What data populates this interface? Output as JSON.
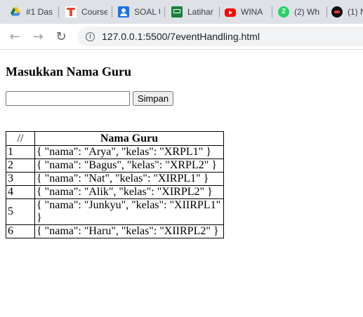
{
  "browser": {
    "tabs": [
      {
        "title": "#1 Das",
        "icon": "google-drive-icon"
      },
      {
        "title": "Course",
        "icon": "course-logo-icon"
      },
      {
        "title": "SOAL U",
        "icon": "contact-card-icon"
      },
      {
        "title": "Latihan",
        "icon": "google-classroom-icon"
      },
      {
        "title": "WINA",
        "icon": "youtube-icon"
      },
      {
        "title": "(2) Wh",
        "icon": "whatsapp-icon",
        "badge": "2"
      },
      {
        "title": "(1) N",
        "icon": "site-logo-icon"
      }
    ],
    "url": "127.0.0.1:5500/7eventHandling.html",
    "back_glyph": "←",
    "forward_glyph": "→",
    "reload_glyph": "↻",
    "info_glyph": "i"
  },
  "page": {
    "heading": "Masukkan Nama Guru",
    "input_value": "",
    "save_label": "Simpan",
    "table": {
      "headers": [
        "//",
        "Nama Guru"
      ],
      "rows": [
        {
          "no": "1",
          "value": "{ \"nama\": \"Arya\", \"kelas\": \"XRPL1\" }"
        },
        {
          "no": "2",
          "value": "{ \"nama\": \"Bagus\", \"kelas\": \"XRPL2\" }"
        },
        {
          "no": "3",
          "value": "{ \"nama\": \"Nat\", \"kelas\": \"XIRPL1\" }"
        },
        {
          "no": "4",
          "value": "{ \"nama\": \"Alik\", \"kelas\": \"XIRPL2\" }"
        },
        {
          "no": "5",
          "value": "{ \"nama\": \"Junkyu\", \"kelas\": \"XIIRPL1\" }"
        },
        {
          "no": "6",
          "value": "{ \"nama\": \"Haru\", \"kelas\": \"XIIRPL2\" }"
        }
      ]
    }
  }
}
